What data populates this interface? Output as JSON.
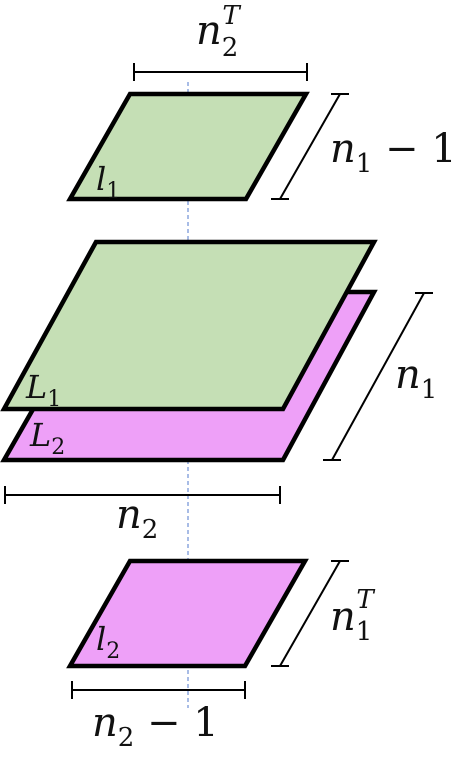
{
  "colors": {
    "green": "#c5dfb5",
    "pink": "#eea0f8",
    "outline": "#000000",
    "dashed_line": "#6f8fd6"
  },
  "labels": {
    "top_plane": {
      "main": "l",
      "sub": "1"
    },
    "top_width": {
      "main": "n",
      "sub": "2",
      "sup": "T"
    },
    "top_height": {
      "main": "n",
      "sub": "1",
      "tail": " − 1"
    },
    "mid_green_plane": {
      "main": "L",
      "sub": "1"
    },
    "mid_pink_plane": {
      "main": "L",
      "sub": "2"
    },
    "mid_height": {
      "main": "n",
      "sub": "1"
    },
    "mid_width": {
      "main": "n",
      "sub": "2"
    },
    "bottom_plane": {
      "main": "l",
      "sub": "2"
    },
    "bottom_height": {
      "main": "n",
      "sub": "1",
      "sup": "T"
    },
    "bottom_width": {
      "main": "n",
      "sub": "2",
      "tail": " − 1"
    }
  }
}
